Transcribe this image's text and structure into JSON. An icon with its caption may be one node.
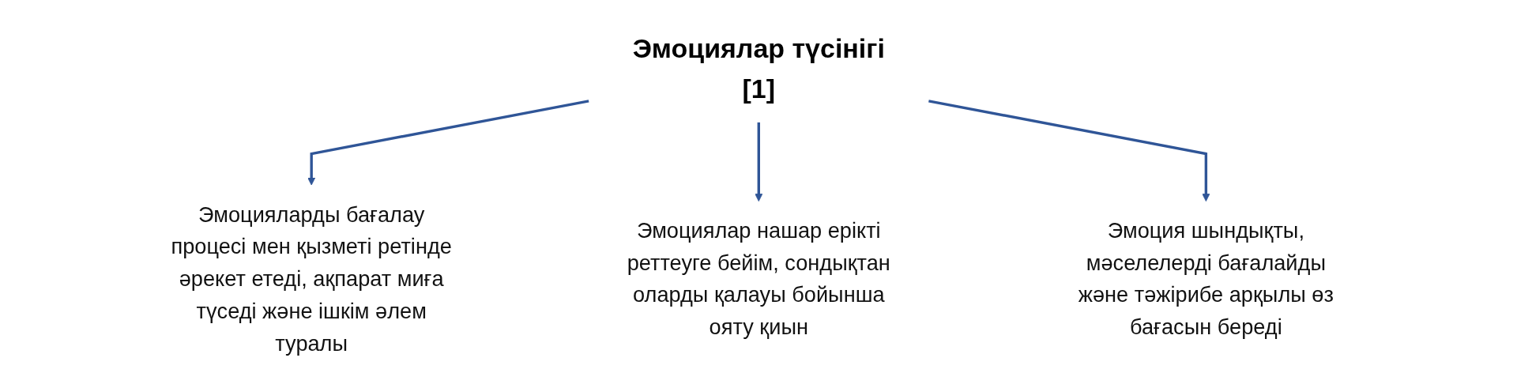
{
  "diagram": {
    "nodes": [
      {
        "text": [
          "Эмоциялар түсінігі [1]"
        ]
      },
      {
        "text": [
          "Эмоцияларды бағалау процесі мен қызметі ретінде әрекет етеді, ақпарат миға түседі және ішкім әлем туралы"
        ]
      },
      {
        "text": [
          "Эмоциялар нашар ерікті реттеуге бейім, сондықтан оларды қалауы бойынша ояту қиын"
        ]
      },
      {
        "text": [
          "Эмоция шындықты, мәселелерді бағалайды және тәжірибе арқылы өз бағасын береді"
        ]
      }
    ],
    "edges": [
      {
        "from": 0,
        "to": 1,
        "arrow": "to"
      },
      {
        "from": 0,
        "to": 2,
        "arrow": "to"
      },
      {
        "from": 0,
        "to": 3,
        "arrow": "to"
      }
    ]
  }
}
